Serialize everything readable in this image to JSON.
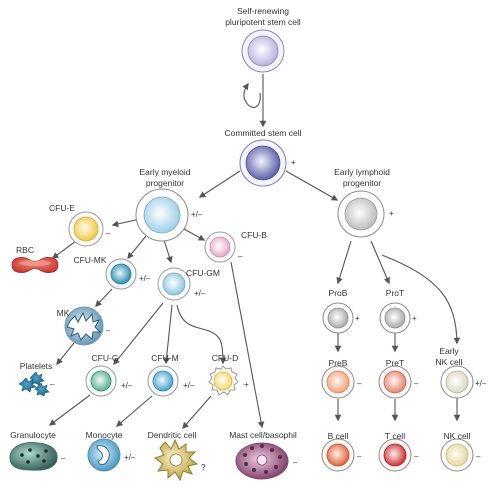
{
  "cells": {
    "stem": {
      "label_line1": "Self-renewing",
      "label_line2": "pluripotent stem cell",
      "colors": [
        "#ffffff",
        "#b7b3dc"
      ]
    },
    "committed": {
      "label": "Committed stem cell",
      "sign": "+",
      "colors": [
        "#f3f3fb",
        "#5a5fa6"
      ]
    },
    "myeloid": {
      "label_line1": "Early myeloid",
      "label_line2": "progenitor",
      "sign": "+/–",
      "colors": [
        "#ffffff",
        "#9fcfe6"
      ]
    },
    "lymphoid": {
      "label_line1": "Early lymphoid",
      "label_line2": "progenitor",
      "sign": "+",
      "colors": [
        "#ffffff",
        "#bdbdbd"
      ]
    },
    "cfu_e": {
      "label": "CFU-E",
      "sign": "–",
      "colors": [
        "#fffde8",
        "#f0c94a"
      ]
    },
    "cfu_mk": {
      "label": "CFU-MK",
      "sign": "+/–",
      "colors": [
        "#eaf6fb",
        "#2f8fb4"
      ]
    },
    "cfu_gm": {
      "label": "CFU-GM",
      "sign": "+/–",
      "colors": [
        "#ffffff",
        "#8fc6df"
      ]
    },
    "cfu_b": {
      "label": "CFU-B",
      "sign": "–",
      "colors": [
        "#ffffff",
        "#e7a8c7"
      ]
    },
    "cfu_g": {
      "label": "CFU-G",
      "sign": "+/–",
      "colors": [
        "#f1faf6",
        "#5eae93"
      ]
    },
    "cfu_m": {
      "label": "CFU-M",
      "sign": "+/–",
      "colors": [
        "#f0f8fc",
        "#4aa2cc"
      ]
    },
    "cfu_d": {
      "label": "CFU-D",
      "sign": "+",
      "colors": [
        "#fffef0",
        "#f3d77a"
      ]
    },
    "prob": {
      "label": "ProB",
      "sign": "+",
      "colors": [
        "#ffffff",
        "#a9a9a9"
      ]
    },
    "prot": {
      "label": "ProT",
      "sign": "+",
      "colors": [
        "#ffffff",
        "#a9a9a9"
      ]
    },
    "preb": {
      "label": "PreB",
      "sign": "–",
      "colors": [
        "#fff7f2",
        "#f0a27d"
      ]
    },
    "pret": {
      "label": "PreT",
      "sign": "–",
      "colors": [
        "#fff6f2",
        "#e48571"
      ]
    },
    "early_nk": {
      "label_line1": "Early",
      "label_line2": "NK cell",
      "sign": "+/–",
      "colors": [
        "#ffffff",
        "#dcd8c4"
      ]
    },
    "b_cell": {
      "label": "B cell",
      "sign": "–",
      "colors": [
        "#fff1ea",
        "#e0633d"
      ]
    },
    "t_cell": {
      "label": "T cell",
      "sign": "–",
      "colors": [
        "#ffefec",
        "#c9353a"
      ]
    },
    "nk_cell": {
      "label": "NK cell",
      "sign": "–",
      "colors": [
        "#fffdf3",
        "#e5d8a0"
      ]
    },
    "rbc": {
      "label": "RBC",
      "colors": [
        "#f08a7a",
        "#c93a35"
      ]
    },
    "mk": {
      "label": "MK",
      "sign": "–",
      "colors": [
        "#e7f3fa",
        "#5b8fb0"
      ]
    },
    "platelets": {
      "label": "Platelets",
      "sign": "–",
      "colors": [
        "#4fa3c4",
        "#1e5f80"
      ]
    },
    "granulocyte": {
      "label": "Granulocyte",
      "sign": "–",
      "colors": [
        "#a9d9cc",
        "#2b4f4a"
      ]
    },
    "monocyte": {
      "label": "Monocyte",
      "sign": "+/–",
      "colors": [
        "#dff0fa",
        "#3d8fc0"
      ]
    },
    "dendritic": {
      "label": "Dendritic cell",
      "sign": "?",
      "colors": [
        "#fdf4c9",
        "#b79a3a"
      ]
    },
    "mast": {
      "label": "Mast cell/basophil",
      "sign": "–",
      "colors": [
        "#eecbe0",
        "#7a3a63"
      ]
    }
  }
}
